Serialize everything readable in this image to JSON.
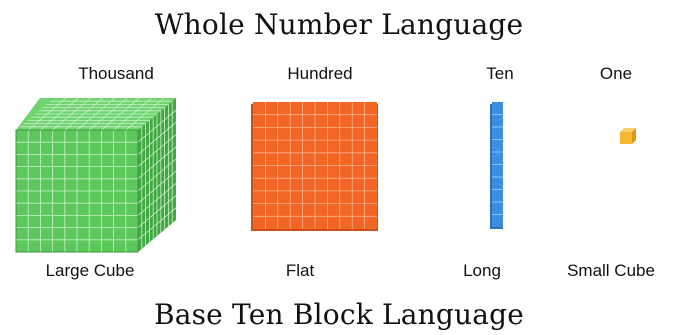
{
  "top_title": "Whole Number Language",
  "bottom_title": "Base Ten Block Language",
  "blocks": [
    {
      "whole_number_name": "Thousand",
      "block_name": "Large Cube",
      "color": "#5cc85c"
    },
    {
      "whole_number_name": "Hundred",
      "block_name": "Flat",
      "color": "#f26524"
    },
    {
      "whole_number_name": "Ten",
      "block_name": "Long",
      "color": "#3d8ee0"
    },
    {
      "whole_number_name": "One",
      "block_name": "Small Cube",
      "color": "#f5b833"
    }
  ]
}
